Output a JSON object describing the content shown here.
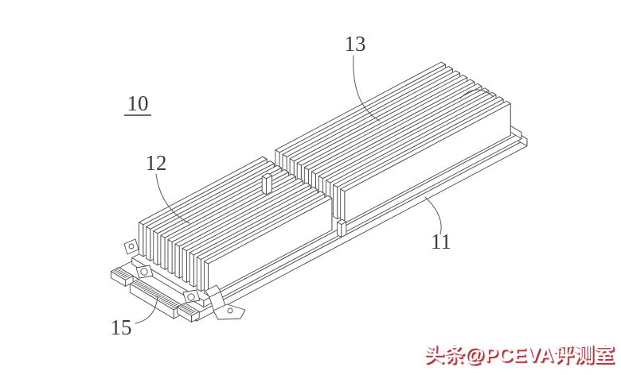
{
  "figure": {
    "labels": {
      "overall": "10",
      "circuit_board": "11",
      "front_heatsink": "12",
      "rear_heatsink": "13",
      "edge_connector": "15"
    },
    "geometry": {
      "fins_per_block": 10,
      "heatsink_blocks": 2
    },
    "line_color": "#4a4a4a",
    "background": "#ffffff"
  },
  "watermark": {
    "text": "头条@PCEVA评测室",
    "accent_color": "#b23038"
  }
}
